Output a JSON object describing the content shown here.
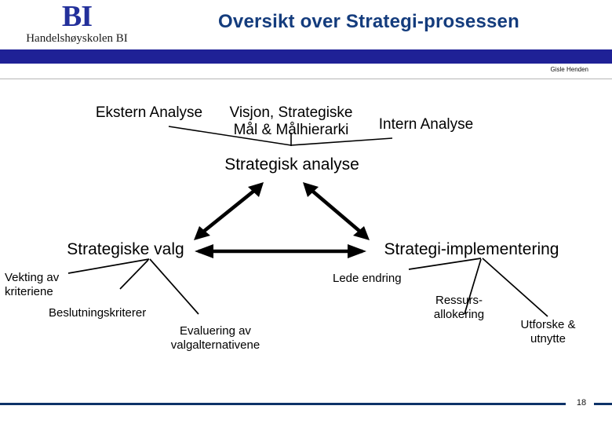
{
  "slide": {
    "page_number": "18",
    "author": "Gisle Henden",
    "title": "Oversikt over Strategi-prosessen",
    "logo": {
      "mark": "BI",
      "subtitle": "Handelshøyskolen BI"
    },
    "colors": {
      "title_blue": "#143c7d",
      "bar_blue": "#1f2196",
      "logo_blue": "#23309b",
      "footer_navy": "#0d3268",
      "diagram_black": "#000000"
    }
  },
  "diagram": {
    "inputs": [
      {
        "id": "ekstern-analyse",
        "label": "Ekstern Analyse"
      },
      {
        "id": "visjon-mal",
        "label": "Visjon, Strategiske\nMål & Målhierarki"
      },
      {
        "id": "intern-analyse",
        "label": "Intern Analyse"
      }
    ],
    "nodes": [
      {
        "id": "strategisk-analyse",
        "label": "Strategisk analyse"
      },
      {
        "id": "strategiske-valg",
        "label": "Strategiske valg"
      },
      {
        "id": "strategi-implementering",
        "label": "Strategi-implementering"
      }
    ],
    "valg_details": [
      {
        "id": "vekting",
        "label": "Vekting av\nkriteriene"
      },
      {
        "id": "beslutningskriterer",
        "label": "Beslutningskriterer"
      },
      {
        "id": "evaluering",
        "label": "Evaluering av\nvalgalternativene"
      }
    ],
    "implementering_details": [
      {
        "id": "lede-endring",
        "label": "Lede endring"
      },
      {
        "id": "ressursallokering",
        "label": "Ressurs-\nallokering"
      },
      {
        "id": "utforske-utnytte",
        "label": "Utforske &\nutnytte"
      }
    ]
  }
}
